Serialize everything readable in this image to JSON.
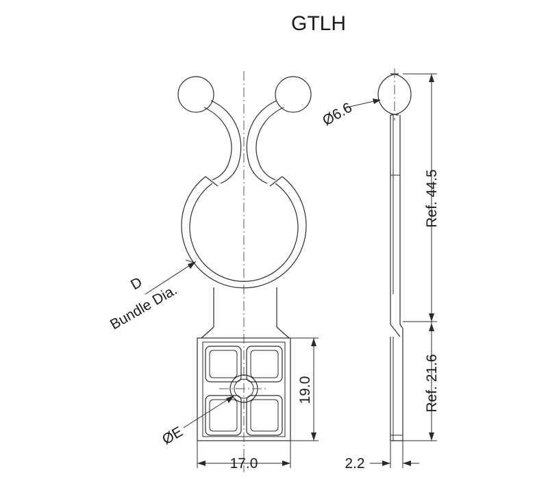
{
  "title": "GTLH",
  "dimensions": {
    "knob_dia": "Ø6.6",
    "ref_length_upper": "Ref. 44.5",
    "ref_length_lower": "Ref. 21.6",
    "base_height": "19.0",
    "base_width": "17.0",
    "thickness": "2.2",
    "hole_dia": "ØE"
  },
  "labels": {
    "bundle_d": "D",
    "bundle_dia": "Bundle Dia."
  }
}
